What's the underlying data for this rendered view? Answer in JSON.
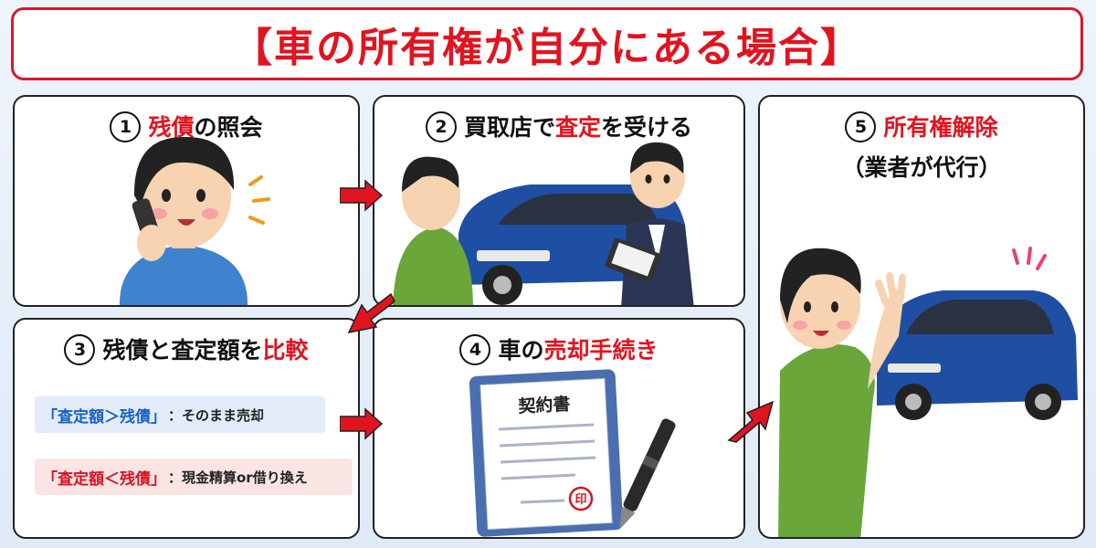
{
  "title": "【車の所有権が自分にある場合】",
  "steps": [
    {
      "num": "1",
      "title_accent": "残債",
      "title_rest": "の照会"
    },
    {
      "num": "2",
      "title_pre": "買取店で",
      "title_accent": "査定",
      "title_rest": "を受ける"
    },
    {
      "num": "3",
      "title_pre": "残債と査定額を",
      "title_accent": "比較"
    },
    {
      "num": "4",
      "title_pre": "車の",
      "title_accent": "売却手続き"
    },
    {
      "num": "5",
      "title_accent": "所有権解除",
      "subtitle": "（業者が代行）"
    }
  ],
  "comparisons": [
    {
      "key": "「査定額＞残債」",
      "value": "：そのまま売却"
    },
    {
      "key": "「査定額＜残債」",
      "value": "：現金精算or借り換え"
    }
  ],
  "contract": {
    "heading": "契約書",
    "stamp": "印"
  },
  "colors": {
    "accent": "#e0141f",
    "blue": "#1761c4",
    "car": "#1f4fa3",
    "arrow": "#e0141f"
  }
}
